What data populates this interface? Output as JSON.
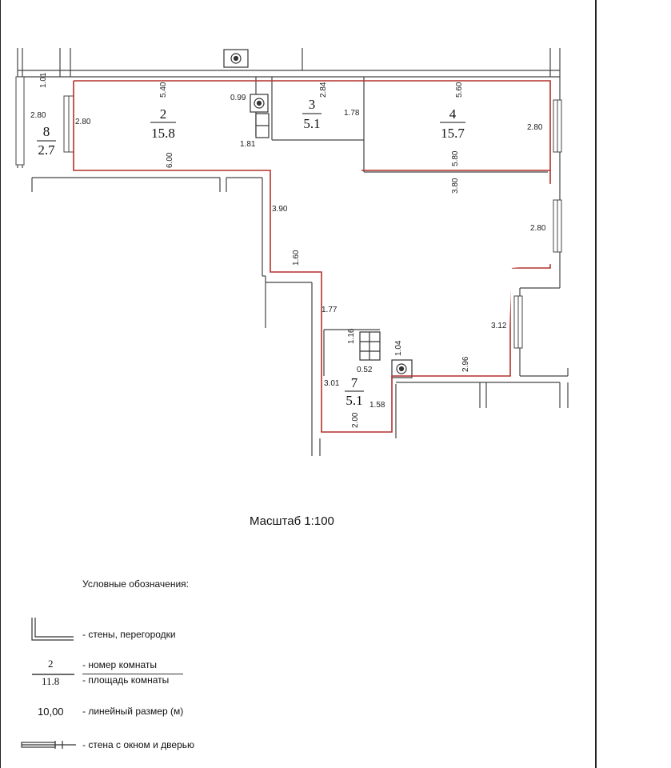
{
  "rooms": [
    {
      "number": "2",
      "area": "15.8"
    },
    {
      "number": "3",
      "area": "5.1"
    },
    {
      "number": "4",
      "area": "15.7"
    },
    {
      "number": "7",
      "area": "5.1"
    },
    {
      "number": "8",
      "area": "2.7"
    }
  ],
  "dimensions": [
    "1.01",
    "2.80",
    "2.80",
    "5.40",
    "0.99",
    "2.84",
    "1.78",
    "5.60",
    "2.80",
    "1.81",
    "6.00",
    "5.80",
    "3.80",
    "3.90",
    "2.80",
    "1.60",
    "1.77",
    "3.12",
    "1.16",
    "1.04",
    "0.52",
    "2.96",
    "3.01",
    "1.58",
    "2.00"
  ],
  "scale_label": "Масштаб 1:100",
  "legend": {
    "title": "Условные обозначения:",
    "walls": "- стены, перегородки",
    "room_number": "- номер комнаты",
    "room_area": "- площадь комнаты",
    "sample_number": "2",
    "sample_area": "11.8",
    "sample_dimension": "10,00",
    "linear_size": "- линейный размер (м)",
    "wall_window_door": "- стена с окном и дверью"
  },
  "colors": {
    "outline": "#b3322c",
    "wall": "#333333"
  }
}
